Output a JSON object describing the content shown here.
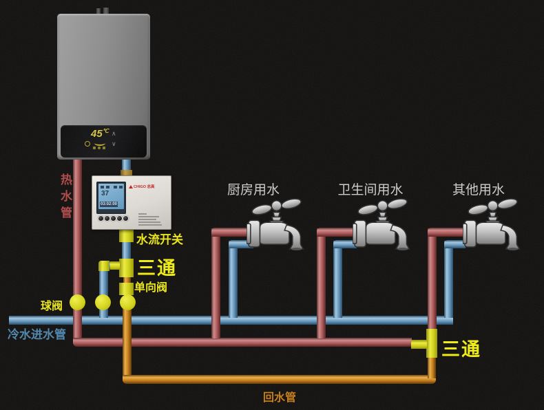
{
  "heater": {
    "display": {
      "temperature": "45",
      "unit": "℃"
    }
  },
  "controller": {
    "brand": "CHIGO 志高",
    "lcd": {
      "temp": "37",
      "time": "03:02:00"
    }
  },
  "labels": {
    "hot_pipe": "热水管",
    "flow_switch": "水流开关",
    "tee_top": "三通",
    "check_valve": "单向阀",
    "ball_valve": "球阀",
    "cold_inlet": "冷水进水管",
    "return_pipe": "回水管",
    "tee_bottom": "三通"
  },
  "faucets": [
    {
      "label": "厨房用水"
    },
    {
      "label": "卫生间用水"
    },
    {
      "label": "其他用水"
    }
  ],
  "colors": {
    "hot_pipe": "#ad5656",
    "cold_pipe": "#6496bd",
    "return_pipe": "#c87c14",
    "fittings": "#d8d820",
    "background": "#100f0d"
  }
}
